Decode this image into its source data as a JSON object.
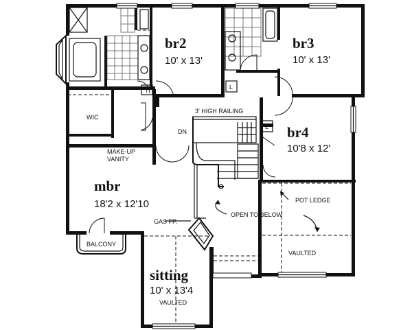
{
  "rooms": {
    "br2": {
      "name": "br2",
      "dims": "10' x 13'"
    },
    "br3": {
      "name": "br3",
      "dims": "10' x 13'"
    },
    "br4": {
      "name": "br4",
      "dims": "10'8 x 12'"
    },
    "mbr": {
      "name": "mbr",
      "dims": "18'2 x 12'10"
    },
    "sitting": {
      "name": "sitting",
      "dims": "10' x 13'4",
      "note": "VAULTED"
    }
  },
  "labels": {
    "wic": "WIC",
    "makeup_1": "MAKE-UP",
    "makeup_2": "VANITY",
    "railing": "3' HIGH RAILING",
    "dn": "DN",
    "pot_ledge": "POT LEDGE",
    "open_below": "OPEN TO BELOW",
    "vaulted": "VAULTED",
    "gas_fp": "GAS FP.",
    "balcony": "BALCONY",
    "t": "T",
    "l1": "L",
    "l2": "L"
  }
}
